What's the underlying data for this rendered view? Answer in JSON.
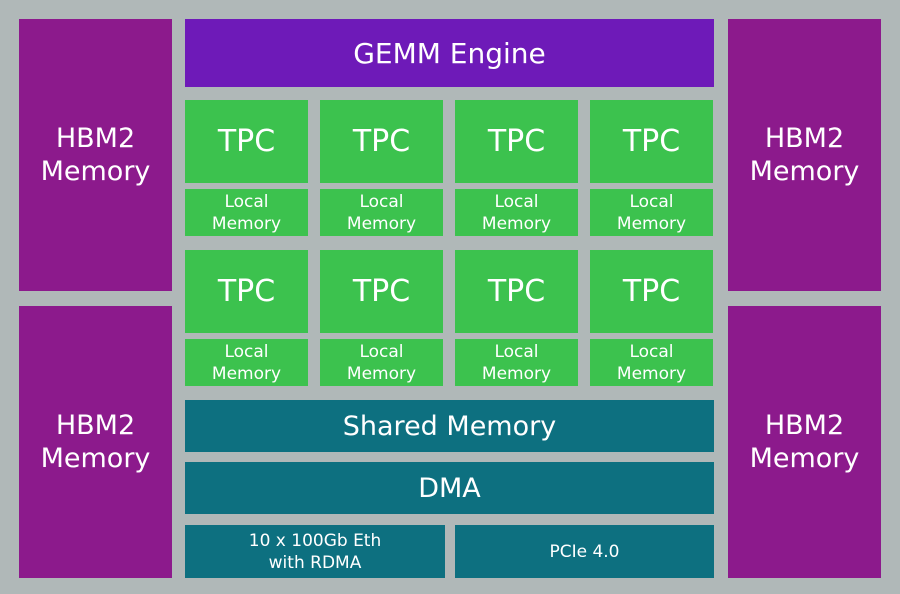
{
  "hbm": {
    "label": "HBM2 Memory",
    "line1": "HBM2",
    "line2": "Memory"
  },
  "gemm": "GEMM Engine",
  "tpc_label": "TPC",
  "local_memory": {
    "line1": "Local",
    "line2": "Memory"
  },
  "shared_memory": "Shared Memory",
  "dma": "DMA",
  "ethernet": {
    "line1": "10 x 100Gb Eth",
    "line2": "with RDMA"
  },
  "pcie": "PCIe 4.0",
  "colors": {
    "background": "#b0b8b8",
    "hbm": "#8c1a8c",
    "gemm": "#6e1ab8",
    "tpc": "#3cc24e",
    "io": "#0d7080"
  }
}
